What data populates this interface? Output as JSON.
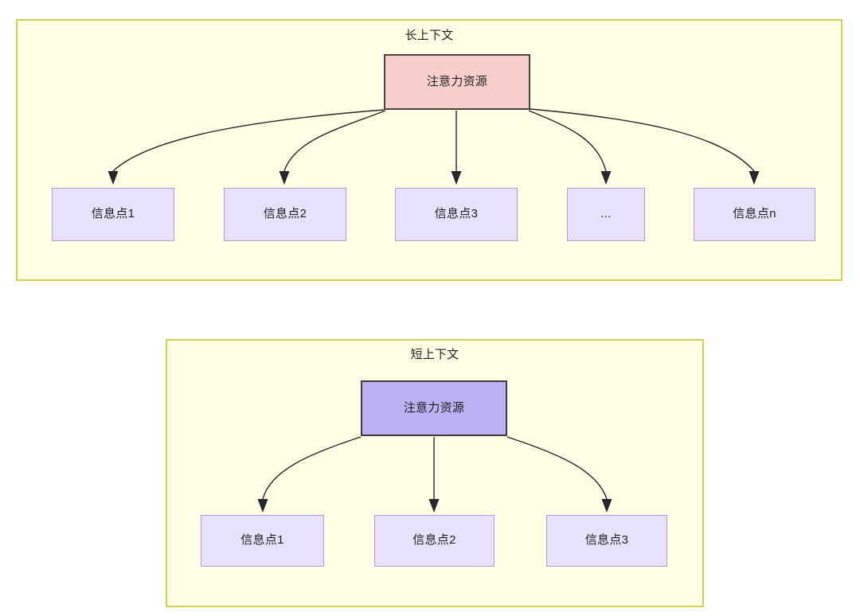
{
  "diagram": {
    "title_hidden": "",
    "colors": {
      "group_fill": "#ffffe6",
      "group_border": "#d6d14d",
      "attention_long_fill": "#f8cecc",
      "attention_long_border": "#4c4442",
      "attention_short_fill": "#bab2f2",
      "attention_short_border": "#3b3b40",
      "info_fill": "#e7e1fb",
      "info_border": "#b09ae0",
      "edge_stroke": "#26262b",
      "text": "#1f1f1f"
    },
    "groups": [
      {
        "id": "long-context",
        "title": "长上下文",
        "root": {
          "label": "注意力资源"
        },
        "children": [
          {
            "label": "信息点1"
          },
          {
            "label": "信息点2"
          },
          {
            "label": "信息点3"
          },
          {
            "label": "..."
          },
          {
            "label": "信息点n"
          }
        ]
      },
      {
        "id": "short-context",
        "title": "短上下文",
        "root": {
          "label": "注意力资源"
        },
        "children": [
          {
            "label": "信息点1"
          },
          {
            "label": "信息点2"
          },
          {
            "label": "信息点3"
          }
        ]
      }
    ]
  }
}
